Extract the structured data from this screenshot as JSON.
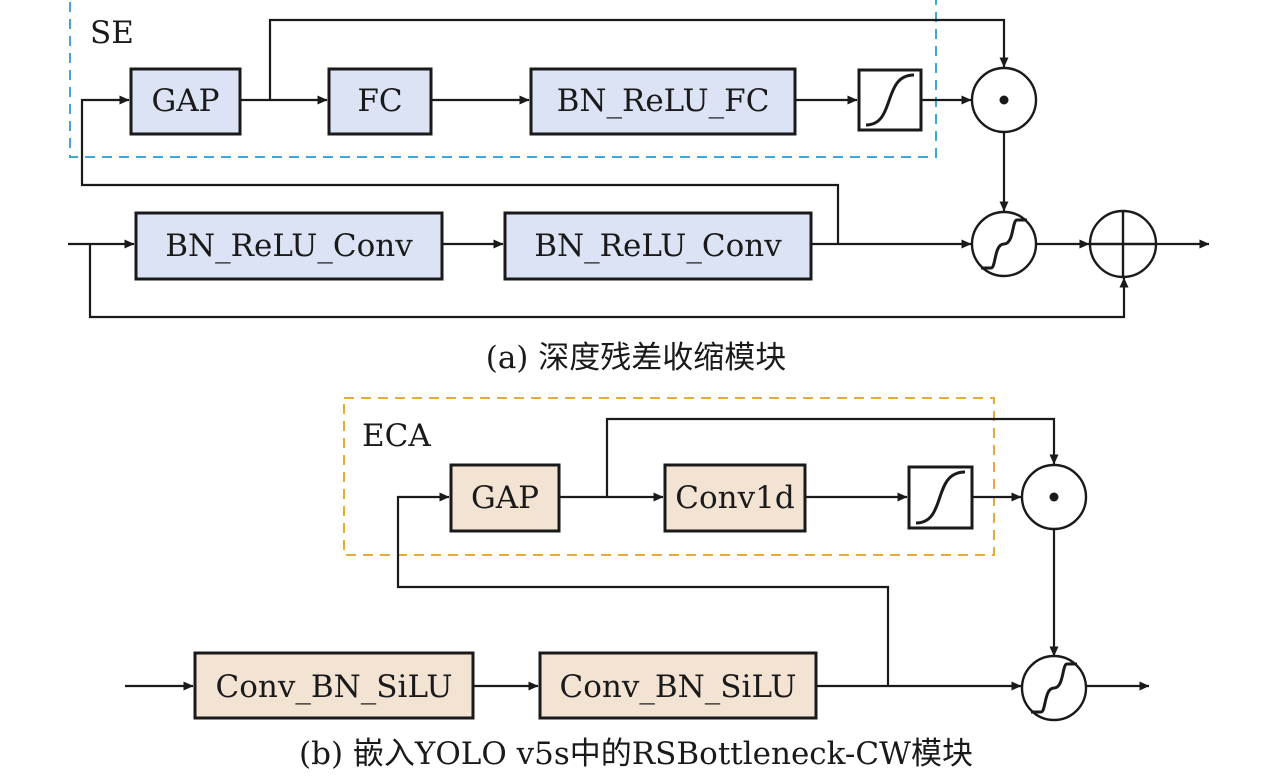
{
  "part_a": {
    "group_label": "SE",
    "group_color": "#3ea6d8",
    "block_fill": "#dbe3f4",
    "blocks": {
      "gap": "GAP",
      "fc": "FC",
      "bn_relu_fc": "BN_ReLU_FC",
      "conv1": "BN_ReLU_Conv",
      "conv2": "BN_ReLU_Conv"
    },
    "caption": "(a) 深度残差收缩模块"
  },
  "part_b": {
    "group_label": "ECA",
    "group_color": "#e8a93b",
    "block_fill": "#f3e3d3",
    "blocks": {
      "gap": "GAP",
      "conv1d": "Conv1d",
      "conv1": "Conv_BN_SiLU",
      "conv2": "Conv_BN_SiLU"
    },
    "caption": "(b) 嵌入YOLO v5s中的RSBottleneck-CW模块"
  },
  "icons": [
    "sigmoid-icon",
    "multiply-dot-icon",
    "soft-threshold-icon",
    "add-icon"
  ]
}
